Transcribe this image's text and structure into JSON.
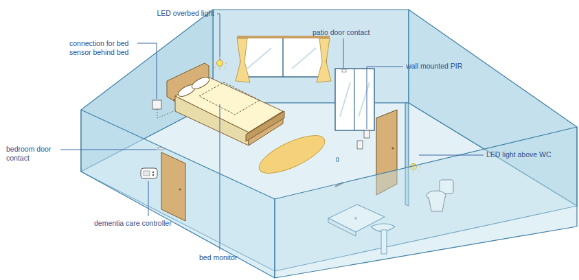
{
  "diagram": {
    "labels": [
      "LED overbed light",
      "connection for bed sensor behind bed",
      "patio door contact",
      "wall mounted PIR",
      "bedroom door contact",
      "LED light above WC",
      "dementia care controller",
      "bed monitor"
    ]
  }
}
